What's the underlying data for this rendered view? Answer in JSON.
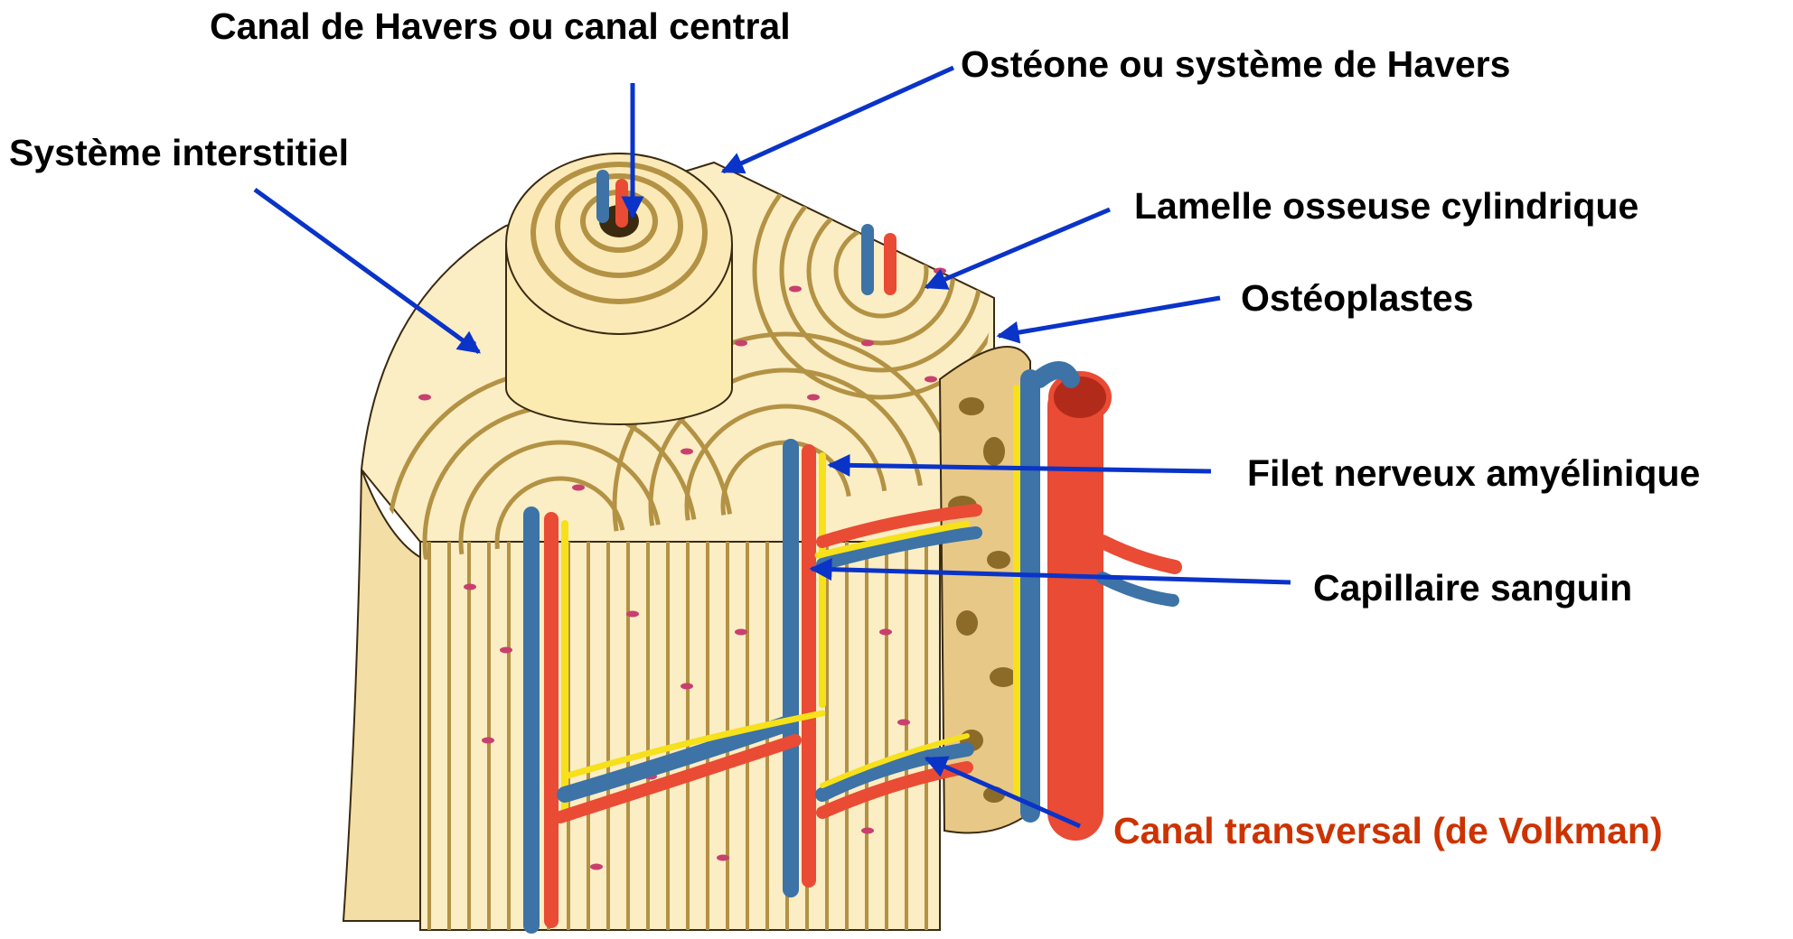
{
  "diagram": {
    "labels": {
      "canal_havers": "Canal de Havers ou canal central",
      "osteone": "Ostéone ou système de Havers",
      "systeme_interstitiel": "Système interstitiel",
      "lamelle": "Lamelle osseuse cylindrique",
      "osteoplastes": "Ostéoplastes",
      "filet_nerveux": "Filet nerveux amyélinique",
      "capillaire": "Capillaire sanguin",
      "canal_transversal": "Canal transversal (de Volkman)"
    },
    "colors": {
      "label_text": "#000000",
      "highlight_label": "#cc3300",
      "leader_line": "#0a33c8",
      "bone_fill": "#fbedc4",
      "lamella_stroke": "#b39244",
      "artery": "#e94b34",
      "vein": "#3d73a6",
      "nerve": "#f6e11a",
      "osteoplast": "#c8406e"
    }
  }
}
